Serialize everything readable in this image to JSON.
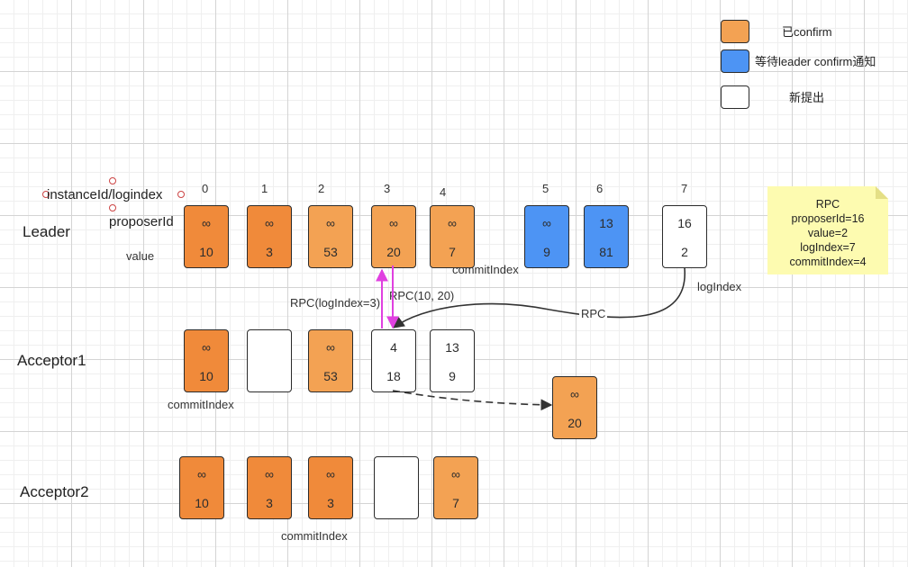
{
  "colors": {
    "confirmed_dark": "#f08a3a",
    "confirmed_light": "#f3a253",
    "waiting": "#4d94f4",
    "new": "#ffffff",
    "rpc_arrow": "#e040e0",
    "note_bg": "#fdfbb0"
  },
  "legend": [
    {
      "label": "已confirm",
      "color": "#f3a253"
    },
    {
      "label": "等待leader confirm通知",
      "color": "#4d94f4"
    },
    {
      "label": "新提出",
      "color": "#ffffff"
    }
  ],
  "fields": {
    "instance": "instanceId/logindex",
    "proposer": "proposerId",
    "value": "value"
  },
  "rows": {
    "leader": "Leader",
    "acceptor1": "Acceptor1",
    "acceptor2": "Acceptor2"
  },
  "indices": [
    "0",
    "1",
    "2",
    "3",
    "4",
    "5",
    "6",
    "7"
  ],
  "leader_entries": [
    {
      "top": "∞",
      "bottom": "10",
      "color": "#f08a3a"
    },
    {
      "top": "∞",
      "bottom": "3",
      "color": "#f08a3a"
    },
    {
      "top": "∞",
      "bottom": "53",
      "color": "#f3a253"
    },
    {
      "top": "∞",
      "bottom": "20",
      "color": "#f3a253"
    },
    {
      "top": "∞",
      "bottom": "7",
      "color": "#f3a253"
    },
    {
      "top": "∞",
      "bottom": "9",
      "color": "#4d94f4"
    },
    {
      "top": "13",
      "bottom": "81",
      "color": "#4d94f4"
    },
    {
      "top": "16",
      "bottom": "2",
      "color": "#ffffff"
    }
  ],
  "acceptor1_entries": [
    {
      "top": "∞",
      "bottom": "10",
      "color": "#f08a3a"
    },
    {
      "top": "",
      "bottom": "",
      "color": "#ffffff"
    },
    {
      "top": "∞",
      "bottom": "53",
      "color": "#f3a253"
    },
    {
      "top": "4",
      "bottom": "18",
      "color": "#ffffff"
    },
    {
      "top": "13",
      "bottom": "9",
      "color": "#ffffff"
    }
  ],
  "acceptor1_result": {
    "top": "∞",
    "bottom": "20",
    "color": "#f3a253"
  },
  "acceptor2_entries": [
    {
      "top": "∞",
      "bottom": "10",
      "color": "#f08a3a"
    },
    {
      "top": "∞",
      "bottom": "3",
      "color": "#f08a3a"
    },
    {
      "top": "∞",
      "bottom": "3",
      "color": "#f08a3a"
    },
    {
      "top": "",
      "bottom": "",
      "color": "#ffffff"
    },
    {
      "top": "∞",
      "bottom": "7",
      "color": "#f3a253"
    }
  ],
  "annotations": {
    "commit_index": "commitIndex",
    "log_index": "logIndex",
    "rpc": "RPC",
    "rpc_log_index": "RPC(logIndex=3)",
    "rpc_values": "RPC(10, 20)"
  },
  "note": {
    "lines": [
      "RPC",
      "proposerId=16",
      "value=2",
      "logIndex=7",
      "commitIndex=4"
    ]
  }
}
